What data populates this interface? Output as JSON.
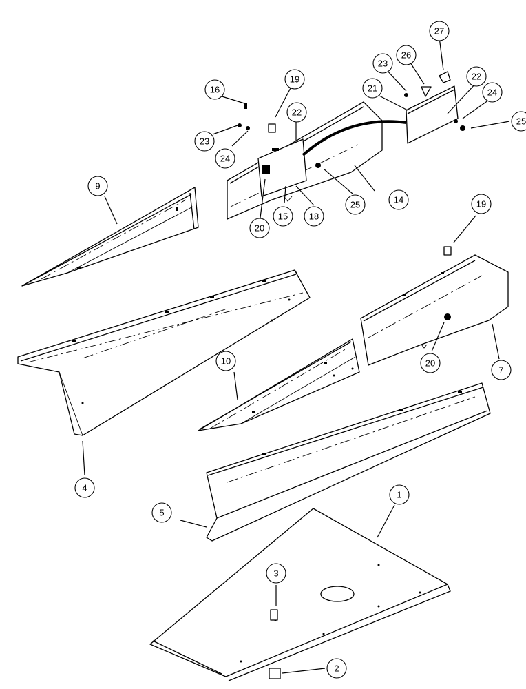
{
  "callouts": [
    {
      "id": "c-9",
      "label": "9"
    },
    {
      "id": "c-4",
      "label": "4"
    },
    {
      "id": "c-10",
      "label": "10"
    },
    {
      "id": "c-5",
      "label": "5"
    },
    {
      "id": "c-1",
      "label": "1"
    },
    {
      "id": "c-3",
      "label": "3"
    },
    {
      "id": "c-2",
      "label": "2"
    },
    {
      "id": "c-7",
      "label": "7"
    },
    {
      "id": "c-20b",
      "label": "20"
    },
    {
      "id": "c-19b",
      "label": "19"
    },
    {
      "id": "c-14",
      "label": "14"
    },
    {
      "id": "c-25a",
      "label": "25"
    },
    {
      "id": "c-18",
      "label": "18"
    },
    {
      "id": "c-15",
      "label": "15"
    },
    {
      "id": "c-20a",
      "label": "20"
    },
    {
      "id": "c-22a",
      "label": "22"
    },
    {
      "id": "c-19a",
      "label": "19"
    },
    {
      "id": "c-16",
      "label": "16"
    },
    {
      "id": "c-23a",
      "label": "23"
    },
    {
      "id": "c-24a",
      "label": "24"
    },
    {
      "id": "c-21",
      "label": "21"
    },
    {
      "id": "c-23b",
      "label": "23"
    },
    {
      "id": "c-26",
      "label": "26"
    },
    {
      "id": "c-27",
      "label": "27"
    },
    {
      "id": "c-22b",
      "label": "22"
    },
    {
      "id": "c-24b",
      "label": "24"
    },
    {
      "id": "c-25b",
      "label": "25"
    }
  ]
}
